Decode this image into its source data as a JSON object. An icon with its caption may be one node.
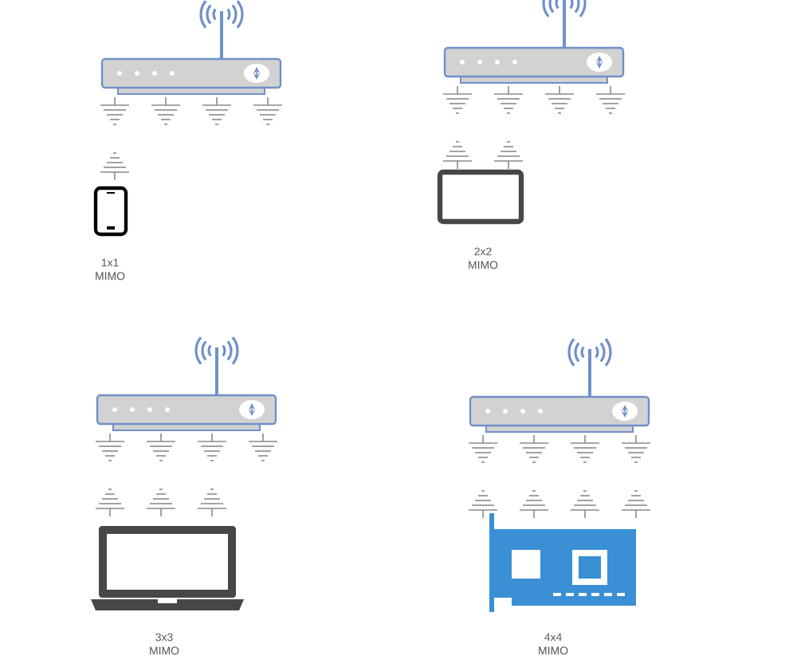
{
  "diagram": {
    "labels": [
      "1x1 MIMO",
      "2x2 MIMO",
      "3x3 MIMO",
      "4x4 MIMO"
    ]
  }
}
